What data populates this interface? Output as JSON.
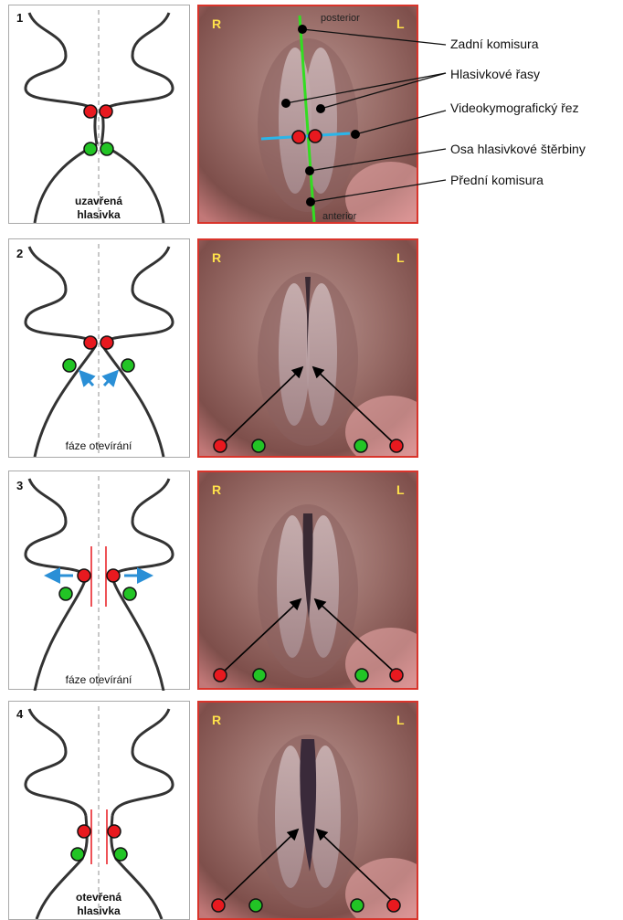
{
  "panels": [
    {
      "number": "1",
      "caption_line1": "uzavřená",
      "caption_line2": "hlasivka"
    },
    {
      "number": "2",
      "caption_line1": "fáze otevírání",
      "caption_line2": ""
    },
    {
      "number": "3",
      "caption_line1": "fáze otevírání",
      "caption_line2": ""
    },
    {
      "number": "4",
      "caption_line1": "otevřená",
      "caption_line2": "hlasivka"
    }
  ],
  "photo_labels": {
    "right": "R",
    "left": "L",
    "posterior": "posterior",
    "anterior": "anterior"
  },
  "annotations": [
    "Zadní komisura",
    "Hlasivkové řasy",
    "Videokymografický řez",
    "Osa hlasivkové štěrbiny",
    "Přední komisura"
  ],
  "colors": {
    "red_marker": "#e8191f",
    "green_marker": "#22c425",
    "blue_arrow": "#2a8fd6",
    "axis_line": "#33dd22",
    "kymo_line": "#2bb5e8",
    "photo_border": "#d9342b",
    "label_yellow": "#ffe14a"
  }
}
